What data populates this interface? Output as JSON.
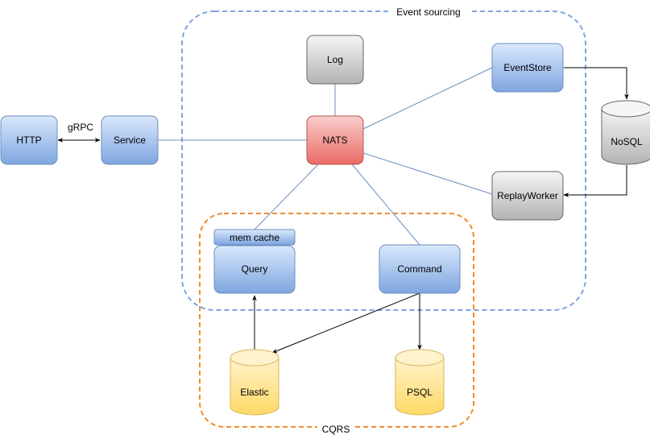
{
  "groups": {
    "event_sourcing": "Event sourcing",
    "cqrs": "CQRS"
  },
  "nodes": {
    "http": "HTTP",
    "service": "Service",
    "log": "Log",
    "nats": "NATS",
    "eventstore": "EventStore",
    "replayworker": "ReplayWorker",
    "nosql": "NoSQL",
    "mem_cache": "mem cache",
    "query": "Query",
    "command": "Command",
    "elastic": "Elastic",
    "psql": "PSQL"
  },
  "edges": {
    "grpc": "gRPC"
  },
  "colors": {
    "blue_fill": "#dae8fc",
    "blue_stroke": "#6c8ebf",
    "red_fill": "#f8cecc",
    "red_stroke": "#b85450",
    "gray_fill": "#f5f5f5",
    "gray_stroke": "#666666",
    "yellow_fill": "#fff2cc",
    "yellow_stroke": "#d6b656",
    "event_sourcing_border": "#7ea6e0",
    "cqrs_border": "#f08c2c"
  }
}
